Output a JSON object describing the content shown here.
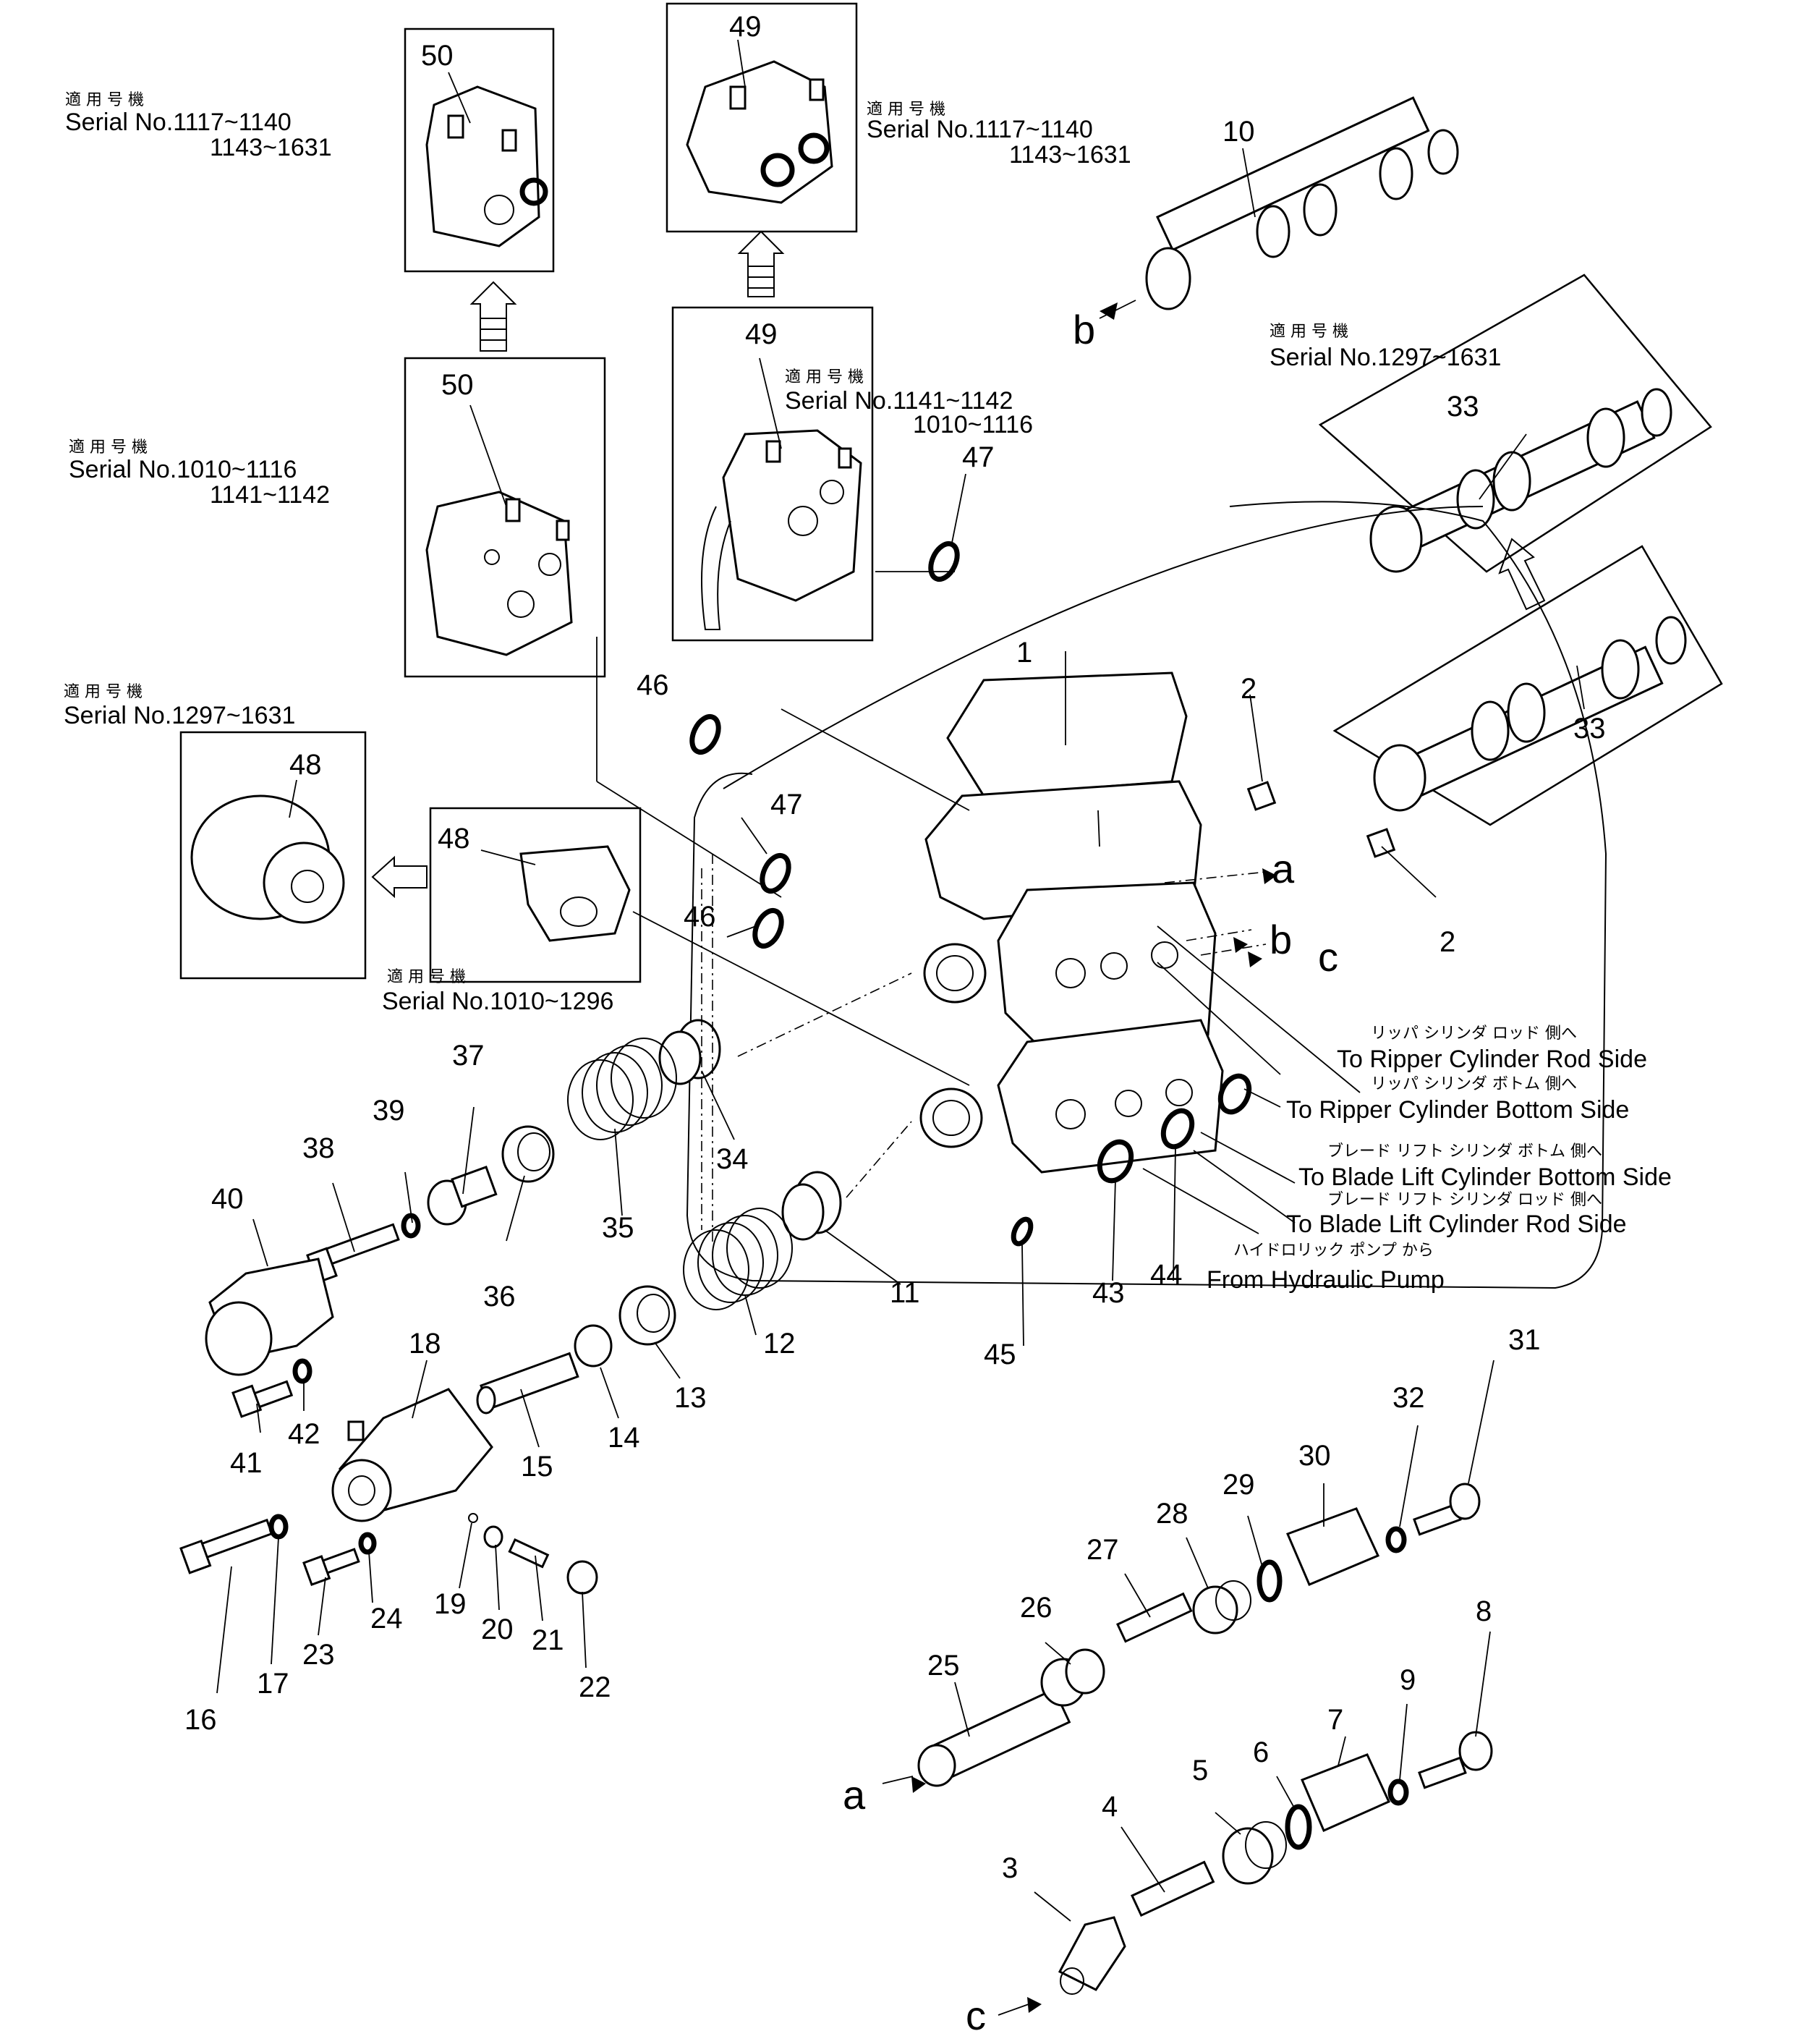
{
  "labels": {
    "p1": "1",
    "p2": "2",
    "p3": "3",
    "p4": "4",
    "p5": "5",
    "p6": "6",
    "p7": "7",
    "p8": "8",
    "p9": "9",
    "p10": "10",
    "p11": "11",
    "p12": "12",
    "p13": "13",
    "p14": "14",
    "p15": "15",
    "p16": "16",
    "p17": "17",
    "p18": "18",
    "p19": "19",
    "p20": "20",
    "p21": "21",
    "p22": "22",
    "p23": "23",
    "p24": "24",
    "p25": "25",
    "p26": "26",
    "p27": "27",
    "p28": "28",
    "p29": "29",
    "p30": "30",
    "p31": "31",
    "p32": "32",
    "p33": "33",
    "p34": "34",
    "p35": "35",
    "p36": "36",
    "p37": "37",
    "p38": "38",
    "p39": "39",
    "p40": "40",
    "p41": "41",
    "p42": "42",
    "p43": "43",
    "p44": "44",
    "p45": "45",
    "p46": "46",
    "p47": "47",
    "p48": "48",
    "p49": "49",
    "p50": "50"
  },
  "ports": {
    "a": "a",
    "b": "b",
    "c": "c"
  },
  "serials": {
    "s1": {
      "jp": "適 用 号 機",
      "line1": "Serial  No.1117~1140",
      "line2": "1143~1631"
    },
    "s2": {
      "jp": "適 用 号 機",
      "line1": "Serial  No.1117~1140",
      "line2": "1143~1631"
    },
    "s3": {
      "jp": "適 用 号 機",
      "line1": "Serial  No.1297~1631"
    },
    "s4": {
      "jp": "適 用 号 機",
      "line1": "Serial  No.1141~1142",
      "line2": "1010~1116"
    },
    "s5": {
      "jp": "適 用 号 機",
      "line1": "Serial  No.1010~1116",
      "line2": "1141~1142"
    },
    "s6": {
      "jp": "適 用 号 機",
      "line1": "Serial  No.1297~1631"
    },
    "s7": {
      "jp": "適 用 号 機",
      "line1": "Serial  No.1010~1296"
    }
  },
  "destinations": {
    "ripper_rod": {
      "jp": "リッパ シリンダ ロッド 側へ",
      "en": "To Ripper Cylinder Rod Side"
    },
    "ripper_bottom": {
      "jp": "リッパ シリンダ ボトム 側へ",
      "en": "To Ripper Cylinder Bottom Side"
    },
    "blade_bottom": {
      "jp": "ブレード リフト シリンダ ボトム 側へ",
      "en": "To Blade Lift Cylinder Bottom Side"
    },
    "blade_rod": {
      "jp": "ブレード リフト シリンダ ロッド 側へ",
      "en": "To Blade Lift Cylinder Rod Side"
    },
    "pump": {
      "jp": "ハイドロリック ポンプ から",
      "en": "From Hydraulic Pump"
    }
  }
}
